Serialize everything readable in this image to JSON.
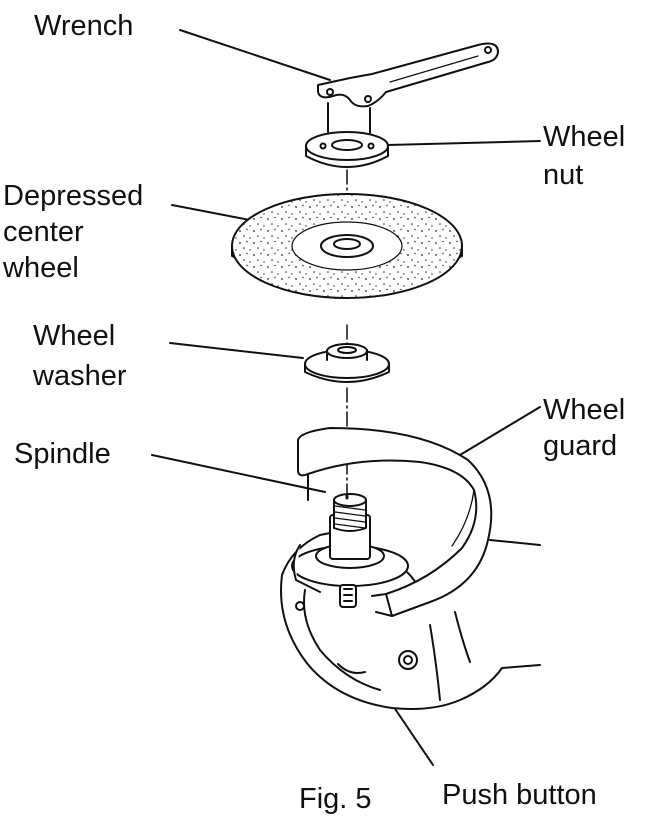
{
  "labels": {
    "wrench": "Wrench",
    "wheel_nut_1": "Wheel",
    "wheel_nut_2": "nut",
    "depressed_1": "Depressed",
    "depressed_2": "center",
    "depressed_3": "wheel",
    "washer_1": "Wheel",
    "washer_2": "washer",
    "guard_1": "Wheel",
    "guard_2": "guard",
    "spindle": "Spindle",
    "push_button": "Push  button",
    "figure": "Fig. 5"
  },
  "colors": {
    "ink": "#111111",
    "paper": "#ffffff",
    "shade": "#e9e9e9"
  }
}
